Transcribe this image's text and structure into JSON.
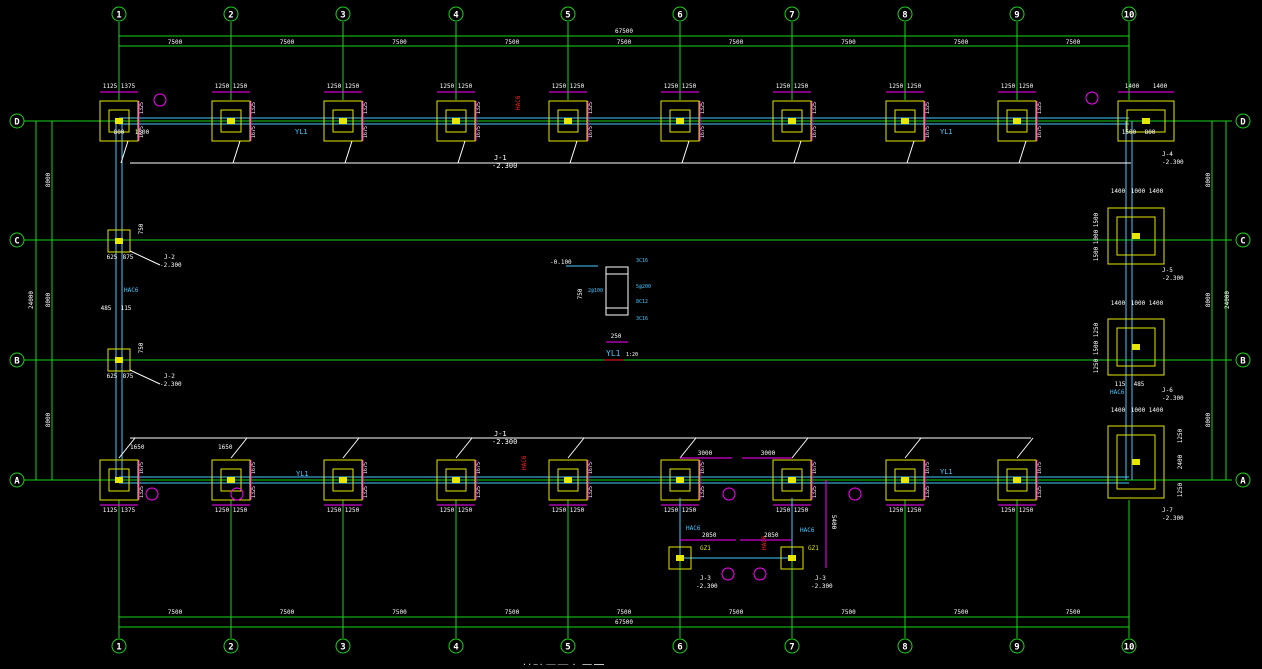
{
  "plan": {
    "title": "基础平面布置图",
    "total_dim": "67500",
    "grid_cols": [
      "1",
      "2",
      "3",
      "4",
      "5",
      "6",
      "7",
      "8",
      "9",
      "10"
    ],
    "grid_rows": [
      "D",
      "C",
      "B",
      "A"
    ],
    "col_spans": [
      "7500",
      "7500",
      "7500",
      "7500",
      "7500",
      "7500",
      "7500",
      "7500",
      "7500"
    ],
    "row_spans": [
      "8000",
      "8000",
      "8000"
    ],
    "overall_side": "24000",
    "foot_top_dims_first": [
      "1125",
      "1375"
    ],
    "foot_top_dims": [
      "1250",
      "1250"
    ],
    "foot_top_dims_last": [
      "1400",
      "1400"
    ],
    "foot_side_dims": [
      "1325",
      "1675"
    ],
    "foot_side_dims_bottom": [
      "1675",
      "1325"
    ],
    "foot_bot_dims_first": [
      "1125",
      "1375"
    ],
    "foot_bot_dims": [
      "1250",
      "1250"
    ],
    "d_left_note": [
      "800",
      "1500"
    ],
    "d_right_note": [
      "1500",
      "800"
    ],
    "right_foot_dims_c": [
      "1400",
      "1000",
      "1400"
    ],
    "right_foot_side_c": [
      "1500",
      "1000",
      "1500"
    ],
    "right_foot_side_b": [
      "1250",
      "1500",
      "1250"
    ],
    "right_foot_side_a": [
      "1250",
      "2400",
      "1250"
    ],
    "small_foot_dims": [
      "750",
      "625",
      "875"
    ],
    "beam_label_top": "J-1",
    "beam_elev_top": "-2.300",
    "beam_label_bot": "J-1",
    "beam_elev_bot": "-2.300",
    "j2_label": "J-2",
    "j2_elev": "-2.300",
    "j3_label": "J-3",
    "j3_elev": "-2.300",
    "j4_label": "J-4",
    "j5_label": "J-5",
    "j6_label": "J-6",
    "j7_label": "J-7",
    "j_elev": "-2.300",
    "hac6": "HAC6",
    "yl1": "YL1",
    "gz1": "GZ1",
    "left_small_note": [
      "485",
      "115"
    ],
    "right_small_note": [
      "115",
      "485"
    ],
    "dim_1650": "1650",
    "dim_3000": "3000",
    "dim_2850": "2850",
    "dim_5400": "5400",
    "dim_250": "250",
    "section": {
      "elev": "-0.100",
      "top_bar": "3C16",
      "stirrup": "2@100",
      "mid": "5@200",
      "side": "8C12",
      "bot_bar": "3C16",
      "height": "750",
      "width": "250",
      "name": "YL1",
      "scale": "1:20"
    }
  },
  "colors": {
    "grid": "#19d419",
    "dim": "#ff00ff",
    "footing": "#e6e600",
    "beam": "#46c8ff",
    "white": "#ffffff",
    "red": "#ff2020"
  }
}
